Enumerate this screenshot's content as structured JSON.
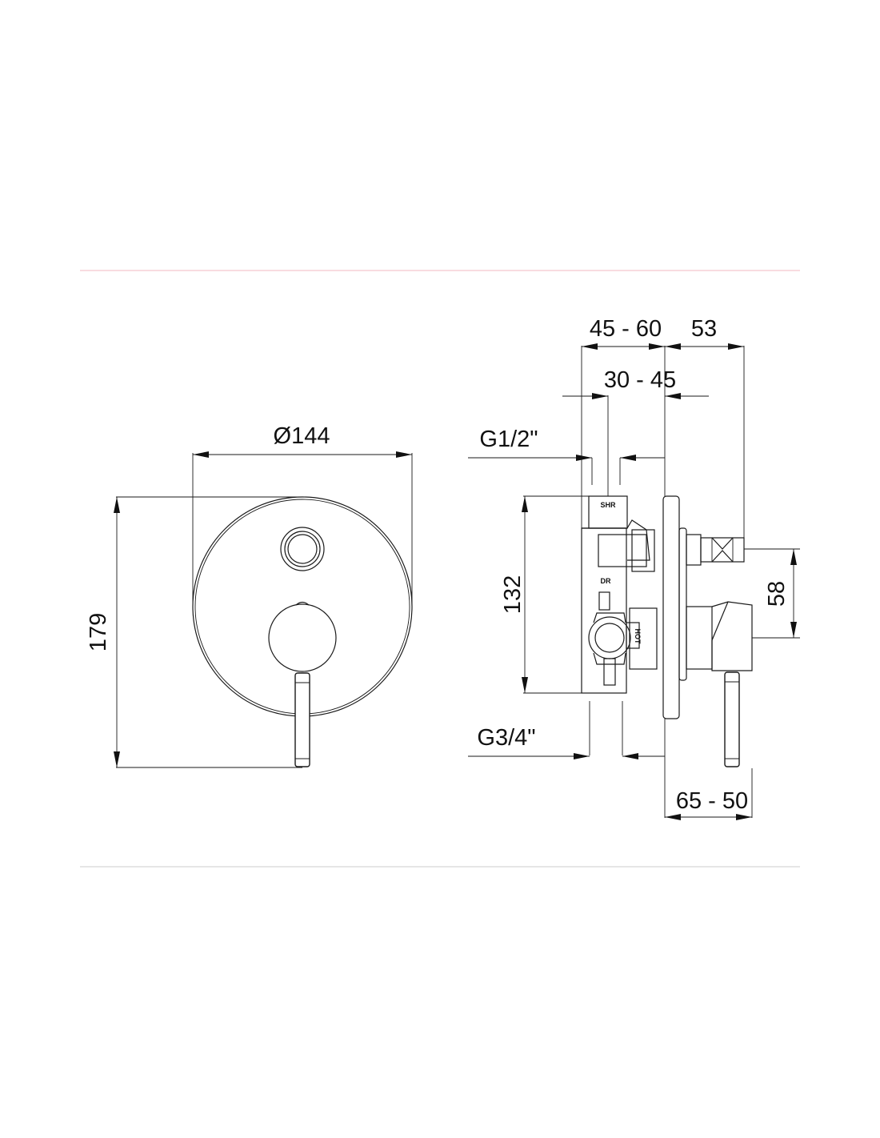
{
  "colors": {
    "top_rule": "#f7d0d6",
    "bottom_rule": "#dddddd",
    "line": "#1a1a1a"
  },
  "front_view": {
    "diameter_label": "Ø144",
    "height_label": "179"
  },
  "side_view": {
    "dim_45_60": "45 - 60",
    "dim_53": "53",
    "dim_30_45": "30 - 45",
    "dim_g12": "G1/2\"",
    "dim_132": "132",
    "dim_58": "58",
    "dim_g34": "G3/4\"",
    "dim_65_50": "65 - 50",
    "tag_shr": "SHR",
    "tag_dr": "DR",
    "tag_hot": "HOT"
  }
}
